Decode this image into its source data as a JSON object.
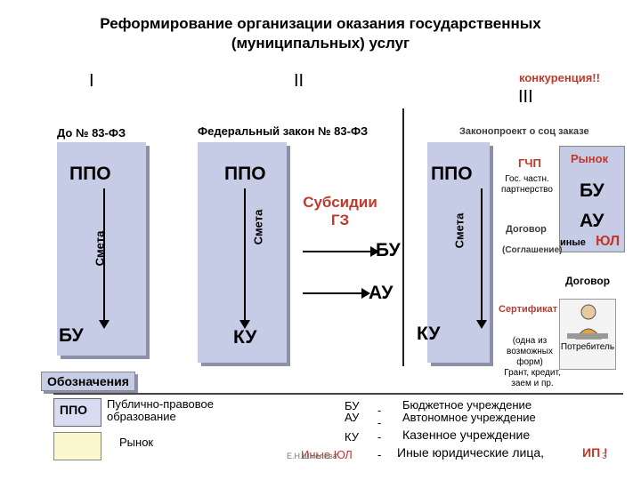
{
  "title": {
    "line1": "Реформирование организации оказания государственных",
    "line2": "(муниципальных) услуг"
  },
  "stages": {
    "s1": "I",
    "s2": "II",
    "s3": "III",
    "competition": "конкуренция!!"
  },
  "headers": {
    "before": "До № 83-ФЗ",
    "fed_law": "Федеральный закон № 83-ФЗ",
    "bill": "Законопроект о соц заказе"
  },
  "panel1": {
    "ppo": "ППО",
    "smeta": "Смета",
    "bottom": "БУ"
  },
  "panel2": {
    "ppo": "ППО",
    "smeta": "Смета",
    "bottom": "КУ",
    "subsidies": "Субсидии ГЗ",
    "bu": "БУ",
    "au": "АУ"
  },
  "panel3": {
    "ppo": "ППО",
    "smeta": "Смета",
    "bottom": "КУ"
  },
  "right": {
    "gchp": "ГЧП",
    "gchp_desc": "Гос. частн. партнерство",
    "market": "Рынок",
    "bu": "БУ",
    "au": "АУ",
    "other": "иные",
    "yul": "ЮЛ",
    "contract": "Договор",
    "agreement": "(Соглашение)",
    "contract2": "Договор",
    "certificate": "Сертификат",
    "one_of": "(одна из возможных форм)",
    "consumer": "Потребитель",
    "grant": "Грант, кредит, заем и пр."
  },
  "legend": {
    "title": "Обозначения",
    "ppo": "ППО",
    "ppo_desc": "Публично-правовое образование",
    "market": "Рынок",
    "rows": [
      {
        "abbr": "БУ",
        "dash": "-",
        "desc": "Бюджетное учреждение"
      },
      {
        "abbr": "АУ",
        "dash": "-",
        "desc": "Автономное учреждение"
      },
      {
        "abbr": "КУ",
        "dash": "-",
        "desc": "Казенное учреждение"
      },
      {
        "abbr": "Иные ЮЛ",
        "dash": "-",
        "desc": "Иные юридические лица,",
        "tail": "ИП !"
      }
    ]
  },
  "footer": {
    "author": "Е.Н.Шмелёва",
    "page": "3"
  },
  "colors": {
    "panel": "#c6cbe6",
    "shadow": "#8c90a8",
    "red": "#c0392b"
  }
}
